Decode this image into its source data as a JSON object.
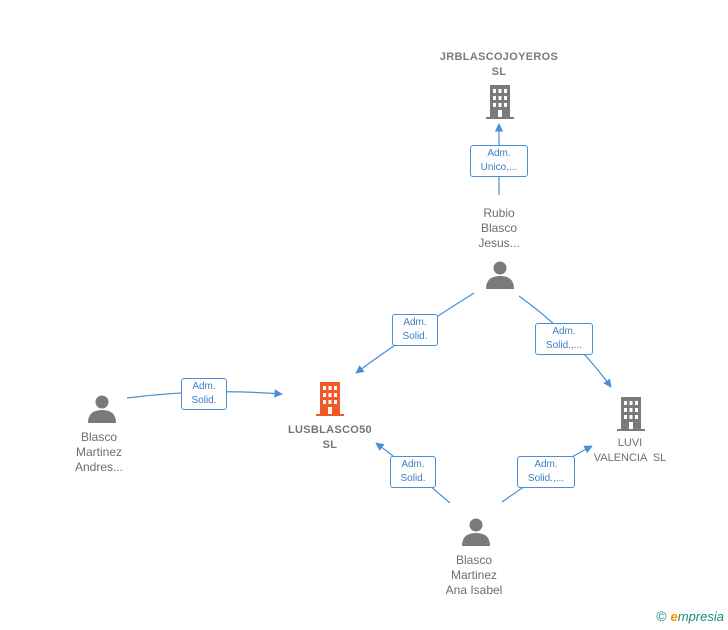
{
  "nodes": {
    "jrblasco": {
      "lines": [
        "JRBLASCOJOYEROS",
        "SL"
      ],
      "kind": "company"
    },
    "lusblasco": {
      "lines": [
        "LUSBLASCO50",
        "SL"
      ],
      "kind": "company-focal"
    },
    "luvi": {
      "lines": [
        "LUVI",
        "VALENCIA  SL"
      ],
      "kind": "company"
    },
    "rubio": {
      "lines": [
        "Rubio",
        "Blasco",
        "Jesus..."
      ],
      "kind": "person"
    },
    "blasco_andres": {
      "lines": [
        "Blasco",
        "Martinez",
        "Andres..."
      ],
      "kind": "person"
    },
    "blasco_ana": {
      "lines": [
        "Blasco",
        "Martinez",
        "Ana Isabel"
      ],
      "kind": "person"
    }
  },
  "edges": [
    {
      "from": "rubio",
      "to": "jrblasco",
      "label": [
        "Adm.",
        "Unico,..."
      ]
    },
    {
      "from": "rubio",
      "to": "lusblasco",
      "label": [
        "Adm.",
        "Solid."
      ]
    },
    {
      "from": "rubio",
      "to": "luvi",
      "label": [
        "Adm.",
        "Solid.,..."
      ]
    },
    {
      "from": "blasco_andres",
      "to": "lusblasco",
      "label": [
        "Adm.",
        "Solid."
      ]
    },
    {
      "from": "blasco_ana",
      "to": "lusblasco",
      "label": [
        "Adm.",
        "Solid."
      ]
    },
    {
      "from": "blasco_ana",
      "to": "luvi",
      "label": [
        "Adm.",
        "Solid.,..."
      ]
    }
  ],
  "colors": {
    "edge": "#4a8fd4",
    "company_icon": "#7a7a7a",
    "focal_icon": "#f05a28",
    "person_icon": "#7a7a7a"
  },
  "brand": {
    "symbol": "©",
    "e": "e",
    "rest": "mpresia"
  }
}
